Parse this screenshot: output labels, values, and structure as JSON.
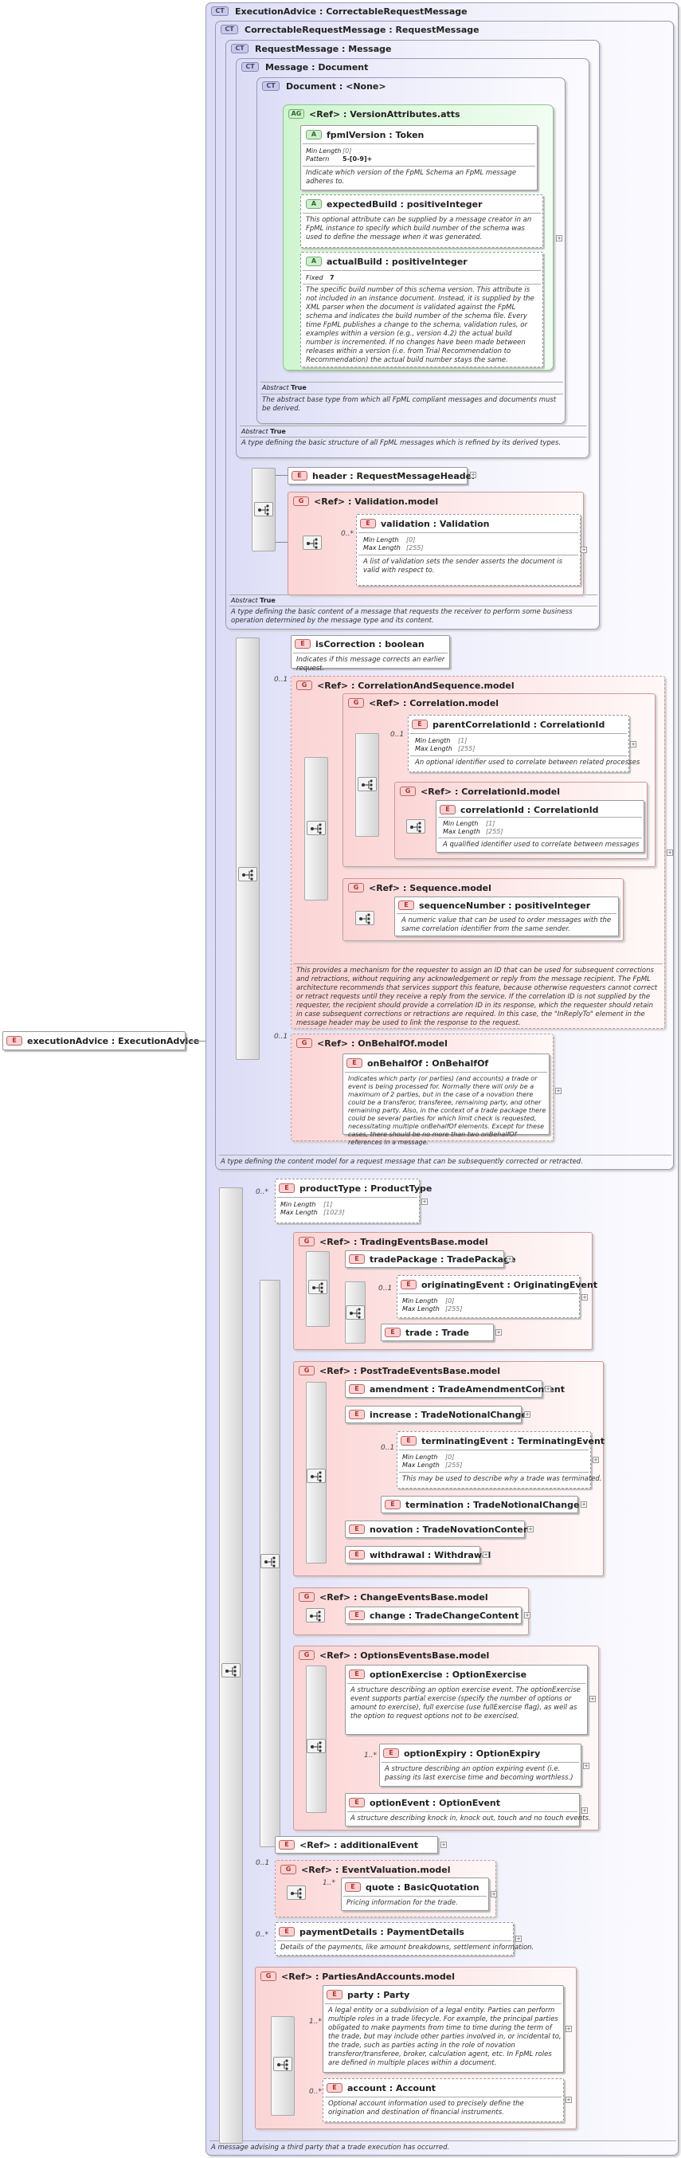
{
  "root": {
    "tag": "E",
    "label": "executionAdvice : ExecutionAdvice"
  },
  "ct": {
    "execution_advice": "ExecutionAdvice : CorrectableRequestMessage",
    "correctable": "CorrectableRequestMessage : RequestMessage",
    "request": "RequestMessage : Message",
    "message": "Message : Document",
    "document": "Document : <None>"
  },
  "tags": {
    "ct": "CT",
    "e": "E",
    "g": "G",
    "a": "A",
    "ag": "AG"
  },
  "ref_label": "<Ref>",
  "attrgroup": {
    "title": "<Ref>     : VersionAttributes.atts"
  },
  "fpml_version": {
    "title": "fpmlVersion : Token",
    "k1": "Min Length",
    "v1": "[0]",
    "k2": "Pattern",
    "v2": "5-[0-9]+",
    "desc": "Indicate which version of the FpML Schema an FpML message adheres to."
  },
  "expected_build": {
    "title": "expectedBuild : positiveInteger",
    "desc": "This optional attribute can be supplied by a message creator in an FpML instance to specify which build number of the schema was used to define the message when it was generated."
  },
  "actual_build": {
    "title": "actualBuild : positiveInteger",
    "k1": "Fixed",
    "v1": "7",
    "desc": "The specific build number of this schema version. This attribute is not included in an instance document. Instead, it is supplied by the XML parser when the document is validated against the FpML schema and indicates the build number of the schema file. Every time FpML publishes a change to the schema, validation rules, or examples within a version (e.g., version 4.2) the actual build number is incremented. If no changes have been made between releases within a version (i.e. from Trial Recommendation to Recommendation) the actual build number stays the same."
  },
  "document_abstract": {
    "k": "Abstract",
    "v": "True",
    "desc": "The abstract base type from which all FpML compliant messages and documents must be derived."
  },
  "message_abstract": {
    "k": "Abstract",
    "v": "True",
    "desc": "A type defining the basic structure of all FpML messages which is refined by its derived types."
  },
  "header": {
    "title": "header     : RequestMessageHeader"
  },
  "validation_model": {
    "title": "<Ref>     : Validation.model"
  },
  "validation": {
    "title": "validation : Validation",
    "card": "0..*",
    "k1": "Min Length",
    "v1": "[0]",
    "k2": "Max Length",
    "v2": "[255]",
    "desc": "A list of validation sets the sender asserts the document is valid with respect to."
  },
  "request_abstract": {
    "k": "Abstract",
    "v": "True",
    "desc": "A type defining the basic content of a message that requests the receiver to perform some business operation determined by the message type and its content."
  },
  "is_correction": {
    "title": "isCorrection : boolean",
    "desc": "Indicates if this message corrects an earlier request."
  },
  "corr_seq_model": {
    "title": "<Ref>     : CorrelationAndSequence.model",
    "card": "0..1",
    "desc": "This provides a mechanism for the requester to assign an ID that can be used for subsequent corrections and retractions, without requiring any acknowledgement or reply from the message recipient. The FpML architecture recommends that services support this feature, because otherwise requesters cannot correct or retract requests until they receive a reply from the service. If the correlation ID is not supplied by the requester, the recipient should provide a correlation ID in its response, which the requester should retain in case subsequent corrections or retractions are required. In this case, the \"InReplyTo\" element in the message header may be used to link the response to the request."
  },
  "correlation_model": {
    "title": "<Ref>     : Correlation.model"
  },
  "parent_correlation": {
    "title": "parentCorrelationId : CorrelationId",
    "card": "0..1",
    "k1": "Min Length",
    "v1": "[1]",
    "k2": "Max Length",
    "v2": "[255]",
    "desc": "An optional identifier used to correlate between related processes"
  },
  "correlation_id_model": {
    "title": "<Ref>     : CorrelationId.model"
  },
  "correlation_id": {
    "title": "correlationId : CorrelationId",
    "k1": "Min Length",
    "v1": "[1]",
    "k2": "Max Length",
    "v2": "[255]",
    "desc": "A qualified identifier used to correlate between messages"
  },
  "sequence_model": {
    "title": "<Ref>     : Sequence.model"
  },
  "sequence_number": {
    "title": "sequenceNumber : positiveInteger",
    "desc": "A numeric value that can be used to order messages with the same correlation identifier from the same sender."
  },
  "on_behalf_model": {
    "title": "<Ref>     : OnBehalfOf.model",
    "card": "0..1"
  },
  "on_behalf": {
    "title": "onBehalfOf : OnBehalfOf",
    "desc": "Indicates which party (or parties) (and accounts) a trade or event is being processed for. Normally there will only be a maximum of 2 parties, but in the case of a novation there could be a transferor, transferee, remaining party, and other remaining party. Also, in the context of a trade package there could be several parties for which limit check is requested, necessitating multiple onBehalfOf elements. Except for these cases, there should be no more than two onBehalfOf references in a message."
  },
  "correctable_desc": "A type defining the content model for a request message that can be subsequently corrected or retracted.",
  "product_type": {
    "title": "productType : ProductType",
    "card": "0..*",
    "k1": "Min Length",
    "v1": "[1]",
    "k2": "Max Length",
    "v2": "[1023]"
  },
  "trading_events": {
    "title": "<Ref>     : TradingEventsBase.model"
  },
  "trade_package": {
    "title": "tradePackage : TradePackage"
  },
  "originating_event": {
    "title": "originatingEvent : OriginatingEvent",
    "card": "0..1",
    "k1": "Min Length",
    "v1": "[0]",
    "k2": "Max Length",
    "v2": "[255]"
  },
  "trade": {
    "title": "trade       : Trade"
  },
  "post_trade": {
    "title": "<Ref>     : PostTradeEventsBase.model"
  },
  "amendment": {
    "title": "amendment : TradeAmendmentContent"
  },
  "increase": {
    "title": "increase : TradeNotionalChange"
  },
  "terminating_event": {
    "title": "terminatingEvent : TerminatingEvent",
    "card": "0..1",
    "k1": "Min Length",
    "v1": "[0]",
    "k2": "Max Length",
    "v2": "[255]",
    "desc": "This may be used to describe why a trade was terminated."
  },
  "termination": {
    "title": "termination : TradeNotionalChange"
  },
  "novation": {
    "title": "novation : TradeNovationContent"
  },
  "withdrawal": {
    "title": "withdrawal : Withdrawal"
  },
  "change_events": {
    "title": "<Ref>     : ChangeEventsBase.model"
  },
  "change": {
    "title": "change   : TradeChangeContent"
  },
  "options_events": {
    "title": "<Ref>     : OptionsEventsBase.model"
  },
  "option_exercise": {
    "title": "optionExercise : OptionExercise",
    "desc": "A structure describing an option exercise event. The optionExercise event supports partial exercise (specify the number of options or amount to exercise), full exercise (use fullExercise flag), as well as the option to request options not to be exercised."
  },
  "option_expiry": {
    "title": "optionExpiry : OptionExpiry",
    "card": "1..*",
    "desc": "A structure describing an option expiring event (i.e. passing its last exercise time and becoming worthless.)"
  },
  "option_event": {
    "title": "optionEvent : OptionEvent",
    "desc": "A structure describing knock in, knock out, touch and no touch events."
  },
  "additional_event": {
    "title": "<Ref>     : additionalEvent"
  },
  "event_valuation": {
    "title": "<Ref>     : EventValuation.model",
    "card": "0..1"
  },
  "quote": {
    "title": "quote      : BasicQuotation",
    "card": "1..*",
    "desc": "Pricing information for the trade."
  },
  "payment_details": {
    "title": "paymentDetails : PaymentDetails",
    "card": "0..*",
    "desc": "Details of the payments, like amount breakdowns, settlement information."
  },
  "parties_accounts": {
    "title": "<Ref>     : PartiesAndAccounts.model"
  },
  "party": {
    "title": "party       : Party",
    "card": "1..*",
    "desc": "A legal entity or a subdivision of a legal entity. Parties can perform multiple roles in a trade lifecycle. For example, the principal parties obligated to make payments from time to time during the term of the trade, but may include other parties involved in, or incidental to, the trade, such as parties acting in the role of novation transferor/transferee, broker, calculation agent, etc. In FpML roles are defined in multiple places within a document."
  },
  "account": {
    "title": "account  : Account",
    "card": "0..*",
    "desc": "Optional account information used to precisely define the origination and destination of financial instruments."
  },
  "execution_advice_desc": "A message advising a third party that a trade execution has occurred."
}
